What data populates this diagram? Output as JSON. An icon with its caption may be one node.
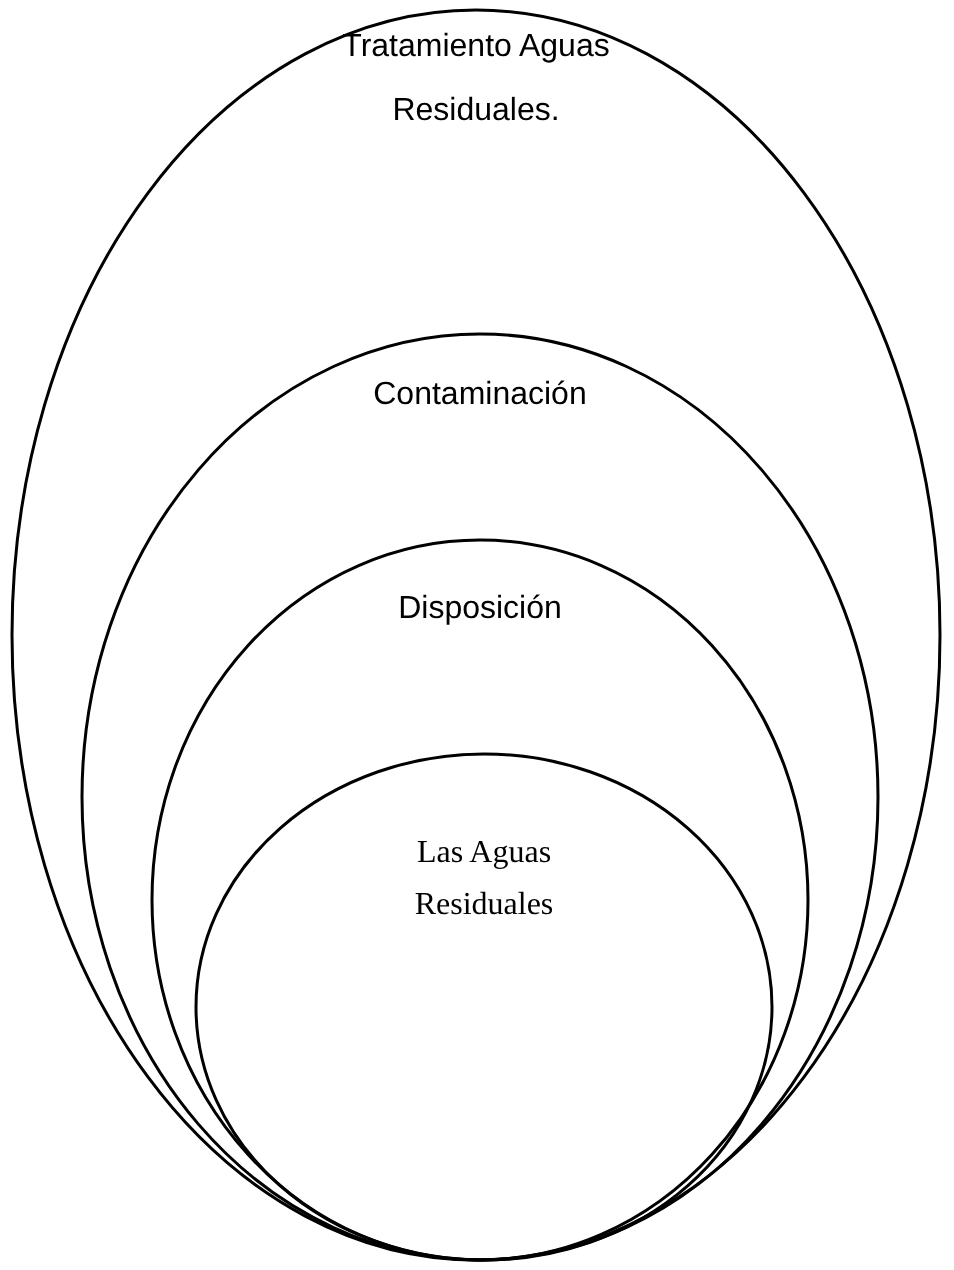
{
  "diagram": {
    "nodes": [
      {
        "text": [
          "Tratamiento Aguas Residuales."
        ]
      },
      {
        "text": [
          "Contaminación"
        ],
        "in": 0
      },
      {
        "text": [
          "Disposición"
        ],
        "in": 1
      },
      {
        "text": [
          "Las Aguas Residuales"
        ],
        "in": 2
      }
    ]
  }
}
